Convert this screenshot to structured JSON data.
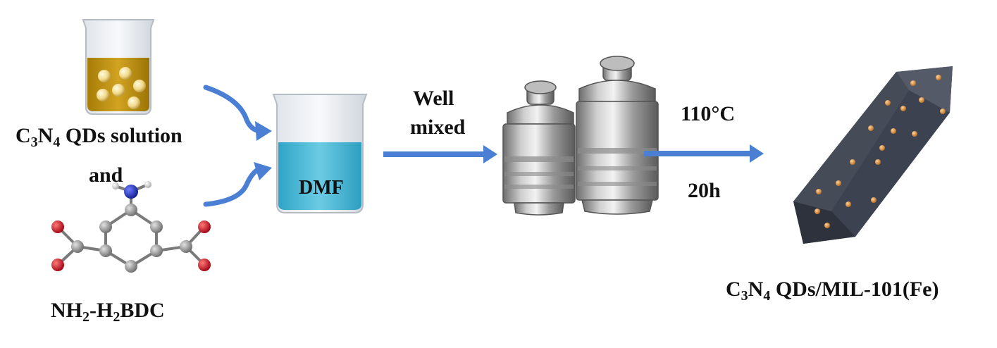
{
  "reactants": {
    "c3n4_solution": {
      "prefix": "C",
      "sub1": "3",
      "mid": "N",
      "sub2": "4",
      "suffix": " QDs solution"
    },
    "and": "and",
    "linker": {
      "part1": "NH",
      "sub1": "2",
      "part2": "-H",
      "sub2": "2",
      "part3": "BDC"
    }
  },
  "solvent": {
    "label": "DMF"
  },
  "step1": {
    "line1": "Well",
    "line2": "mixed"
  },
  "step2": {
    "temperature": "110°C",
    "time": "20h"
  },
  "product": {
    "prefix": "C",
    "sub1": "3",
    "mid": "N",
    "sub2": "4",
    "suffix": " QDs/MIL-101(Fe)"
  },
  "colors": {
    "arrow": "#4a7fd4",
    "beaker_liquid_yellow": "#c89a14",
    "beaker_liquid_blue": "#47b4d2",
    "octahedron": "#3d4250",
    "dot_orange": "#d98a3a",
    "atom_red": "#c0141c",
    "atom_gray": "#8a8a8a",
    "atom_blue": "#1c2fb0",
    "atom_white": "#e6e6e6"
  }
}
